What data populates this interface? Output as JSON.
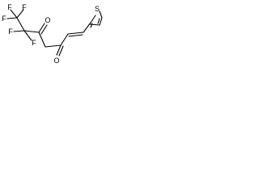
{
  "structure": {
    "atoms": {
      "f_top_left": "F",
      "f_top_right": "F",
      "f_left": "F",
      "f_lower_left": "F",
      "f_lower_right": "F",
      "o_upper": "O",
      "o_lower": "O",
      "s_ring": "S"
    },
    "colors": {
      "bond": "#000000",
      "label": "#000000",
      "background": "#ffffff"
    }
  }
}
